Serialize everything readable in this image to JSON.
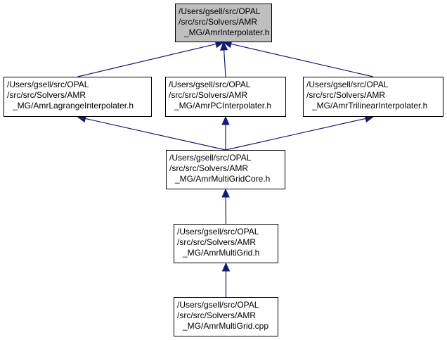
{
  "diagram": {
    "nodes": {
      "interpolater": {
        "lines": [
          "/Users/gsell/src/OPAL",
          "/src/src/Solvers/AMR",
          "_MG/AmrInterpolater.h"
        ],
        "highlighted": true
      },
      "lagrange": {
        "lines": [
          "/Users/gsell/src/OPAL",
          "/src/src/Solvers/AMR",
          "_MG/AmrLagrangeInterpolater.h"
        ]
      },
      "pc": {
        "lines": [
          "/Users/gsell/src/OPAL",
          "/src/src/Solvers/AMR",
          "_MG/AmrPCInterpolater.h"
        ]
      },
      "trilinear": {
        "lines": [
          "/Users/gsell/src/OPAL",
          "/src/src/Solvers/AMR",
          "_MG/AmrTrilinearInterpolater.h"
        ]
      },
      "multigridcore": {
        "lines": [
          "/Users/gsell/src/OPAL",
          "/src/src/Solvers/AMR",
          "_MG/AmrMultiGridCore.h"
        ]
      },
      "multigrid_h": {
        "lines": [
          "/Users/gsell/src/OPAL",
          "/src/src/Solvers/AMR",
          "_MG/AmrMultiGrid.h"
        ]
      },
      "multigrid_cpp": {
        "lines": [
          "/Users/gsell/src/OPAL",
          "/src/src/Solvers/AMR",
          "_MG/AmrMultiGrid.cpp"
        ]
      }
    },
    "edges": [
      {
        "from": "lagrange",
        "to": "interpolater"
      },
      {
        "from": "pc",
        "to": "interpolater"
      },
      {
        "from": "trilinear",
        "to": "interpolater"
      },
      {
        "from": "multigridcore",
        "to": "lagrange"
      },
      {
        "from": "multigridcore",
        "to": "pc"
      },
      {
        "from": "multigridcore",
        "to": "trilinear"
      },
      {
        "from": "multigrid_h",
        "to": "multigridcore"
      },
      {
        "from": "multigrid_cpp",
        "to": "multigrid_h"
      }
    ],
    "colors": {
      "edge": "#191970",
      "highlight_fill": "#bfbfbf",
      "border": "#000000"
    }
  }
}
